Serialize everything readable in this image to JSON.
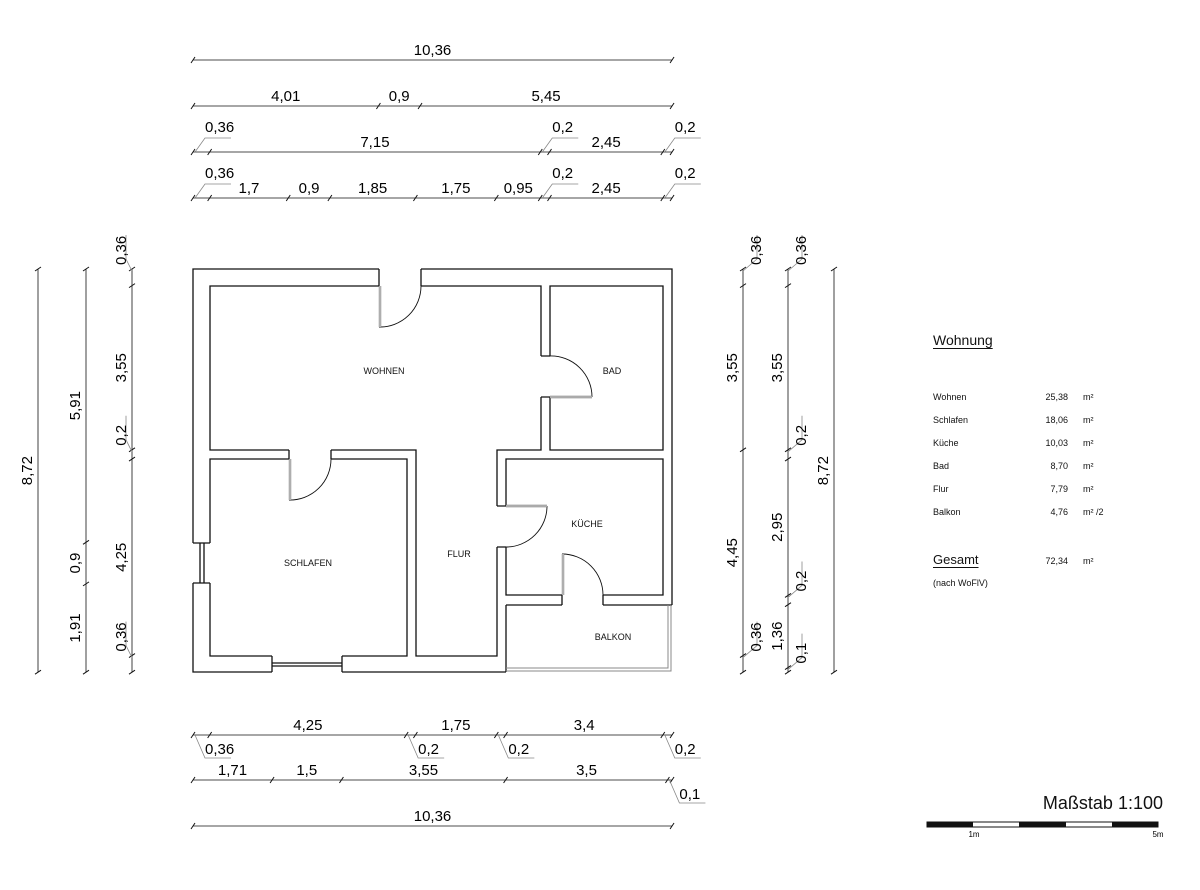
{
  "rooms": {
    "wohnen": "WOHNEN",
    "bad": "BAD",
    "kueche": "KÜCHE",
    "flur": "FLUR",
    "schlafen": "SCHLAFEN",
    "balkon": "BALKON"
  },
  "area_table": {
    "title": "Wohnung",
    "rows": [
      {
        "name": "Wohnen",
        "value": "25,38",
        "unit": "m²"
      },
      {
        "name": "Schlafen",
        "value": "18,06",
        "unit": "m²"
      },
      {
        "name": "Küche",
        "value": "10,03",
        "unit": "m²"
      },
      {
        "name": "Bad",
        "value": "8,70",
        "unit": "m²"
      },
      {
        "name": "Flur",
        "value": "7,79",
        "unit": "m²"
      },
      {
        "name": "Balkon",
        "value": "4,76",
        "unit": "m² /2"
      }
    ],
    "total_label": "Gesamt",
    "total_value": "72,34",
    "total_unit": "m²",
    "note": "(nach WoFlV)"
  },
  "scale": {
    "title": "Maßstab 1:100",
    "label_start": "1m",
    "label_end": "5m",
    "segments_m": 5
  },
  "dimensions": {
    "top": [
      [
        {
          "l": "10,36",
          "v": 10.36
        }
      ],
      [
        {
          "l": "4,01",
          "v": 4.01
        },
        {
          "l": "0,9",
          "v": 0.9
        },
        {
          "l": "5,45",
          "v": 5.45
        }
      ],
      [
        {
          "l": "0,36",
          "v": 0.36
        },
        {
          "l": "7,15",
          "v": 7.15
        },
        {
          "l": "0,2",
          "v": 0.2
        },
        {
          "l": "2,45",
          "v": 2.45
        },
        {
          "l": "0,2",
          "v": 0.2
        }
      ],
      [
        {
          "l": "0,36",
          "v": 0.36
        },
        {
          "l": "1,7",
          "v": 1.7
        },
        {
          "l": "0,9",
          "v": 0.9
        },
        {
          "l": "1,85",
          "v": 1.85
        },
        {
          "l": "1,75",
          "v": 1.75
        },
        {
          "l": "0,95",
          "v": 0.95
        },
        {
          "l": "0,2",
          "v": 0.2
        },
        {
          "l": "2,45",
          "v": 2.45
        },
        {
          "l": "0,2",
          "v": 0.2
        }
      ]
    ],
    "bottom": [
      [
        {
          "l": "0,36",
          "v": 0.36
        },
        {
          "l": "4,25",
          "v": 4.25
        },
        {
          "l": "0,2",
          "v": 0.2
        },
        {
          "l": "1,75",
          "v": 1.75
        },
        {
          "l": "0,2",
          "v": 0.2
        },
        {
          "l": "3,4",
          "v": 3.4
        },
        {
          "l": "0,2",
          "v": 0.2
        }
      ],
      [
        {
          "l": "1,71",
          "v": 1.71
        },
        {
          "l": "1,5",
          "v": 1.5
        },
        {
          "l": "3,55",
          "v": 3.55
        },
        {
          "l": "3,5",
          "v": 3.5
        },
        {
          "l": "0,1",
          "v": 0.1
        }
      ],
      [
        {
          "l": "10,36",
          "v": 10.36
        }
      ]
    ],
    "left": [
      [
        {
          "l": "8,72",
          "v": 8.72
        }
      ],
      [
        {
          "l": "5,91",
          "v": 5.91
        },
        {
          "l": "0,9",
          "v": 0.9
        },
        {
          "l": "1,91",
          "v": 1.91
        }
      ],
      [
        {
          "l": "0,36",
          "v": 0.36
        },
        {
          "l": "3,55",
          "v": 3.55
        },
        {
          "l": "0,2",
          "v": 0.2
        },
        {
          "l": "4,25",
          "v": 4.25
        },
        {
          "l": "0,36",
          "v": 0.36
        }
      ]
    ],
    "right": [
      [
        {
          "l": "0,36",
          "v": 0.36
        },
        {
          "l": "3,55",
          "v": 3.55
        },
        {
          "l": "4,45",
          "v": 4.45
        },
        {
          "l": "0,36",
          "v": 0.36
        }
      ],
      [
        {
          "l": "0,36",
          "v": 0.36
        },
        {
          "l": "3,55",
          "v": 3.55
        },
        {
          "l": "0,2",
          "v": 0.2
        },
        {
          "l": "2,95",
          "v": 2.95
        },
        {
          "l": "0,2",
          "v": 0.2
        },
        {
          "l": "1,36",
          "v": 1.36
        },
        {
          "l": "0,1",
          "v": 0.1
        }
      ],
      [
        {
          "l": "8,72",
          "v": 8.72
        }
      ]
    ]
  }
}
